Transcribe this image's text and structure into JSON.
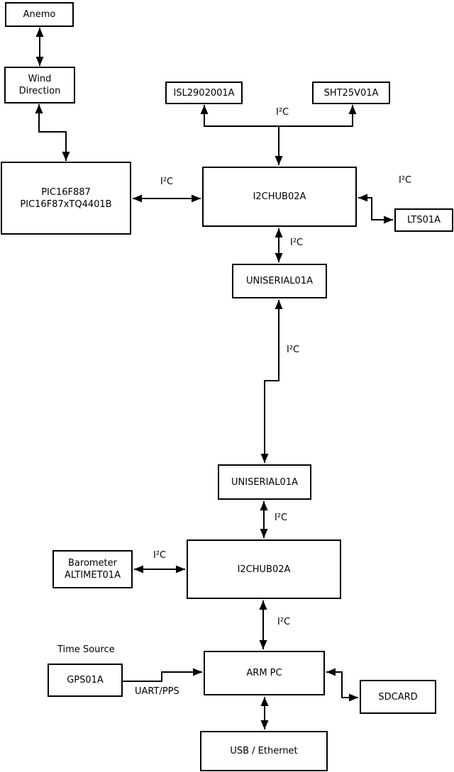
{
  "diagram": {
    "nodes": {
      "anemo": {
        "label": "Anemo"
      },
      "wind_direction": {
        "label": "Wind\nDirection"
      },
      "pic": {
        "label": "PIC16F887\nPIC16F87xTQ4401B"
      },
      "isl": {
        "label": "ISL2902001A"
      },
      "sht": {
        "label": "SHT25V01A"
      },
      "i2c_hub_top": {
        "label": "I2CHUB02A"
      },
      "lts": {
        "label": "LTS01A"
      },
      "uniserial_top": {
        "label": "UNISERIAL01A"
      },
      "uniserial_bottom": {
        "label": "UNISERIAL01A"
      },
      "barometer": {
        "label": "Barometer\nALTIMET01A"
      },
      "i2c_hub_bottom": {
        "label": "I2CHUB02A"
      },
      "arm_pc": {
        "label": "ARM PC"
      },
      "gps": {
        "label": "GPS01A"
      },
      "sdcard": {
        "label": "SDCARD"
      },
      "usb_ethernet": {
        "label": "USB / Ethernet"
      }
    },
    "edge_labels": {
      "i2c": "I²C",
      "uart_pps": "UART/PPS",
      "time_source": "Time Source"
    },
    "colors": {
      "background": "#ffffff",
      "line": "#000000",
      "box_border": "#000000",
      "box_fill": "#ffffff",
      "text": "#000000"
    }
  }
}
